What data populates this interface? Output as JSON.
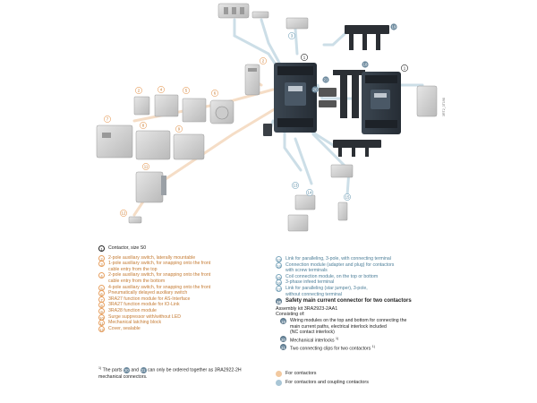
{
  "colors": {
    "orange": "#e8a060",
    "blue": "#7fa9bf",
    "dark": "#6d8a9e"
  },
  "diagram": {
    "code": "3RT2_3T198",
    "callouts": {
      "c1a": "1",
      "c1b": "1",
      "c2a": "2",
      "c2b": "2",
      "c3": "3",
      "c4": "4",
      "c5": "5",
      "c6": "6",
      "c7": "7",
      "c8": "8",
      "c9": "9",
      "c11": "11",
      "c12": "12",
      "c13": "13",
      "c14": "14",
      "c15": "15",
      "c18": "18",
      "c19": "19",
      "c20": "20",
      "c21": "21"
    }
  },
  "legend_left": {
    "title": {
      "num": "1",
      "text": "Contactor, size S0"
    },
    "items": [
      {
        "num": "2",
        "lines": [
          "2-pole auxiliary switch, laterally mountable"
        ]
      },
      {
        "num": "3",
        "lines": [
          "1-pole auxiliary switch, for snapping onto the front",
          "cable entry from the top"
        ]
      },
      {
        "num": "4",
        "lines": [
          "2-pole auxiliary switch, for snapping onto the front",
          "cable entry from the bottom"
        ]
      },
      {
        "num": "5",
        "lines": [
          "4-pole auxiliary switch, for snapping onto the front"
        ]
      },
      {
        "num": "6",
        "lines": [
          "Pneumatically delayed auxiliary switch"
        ]
      },
      {
        "num": "7",
        "lines": [
          "3RA27 function module for AS-Interface"
        ]
      },
      {
        "num": "8",
        "lines": [
          "3RA27 function module for IO-Link"
        ]
      },
      {
        "num": "9",
        "lines": [
          "3RA28 function module"
        ]
      },
      {
        "num": "10",
        "lines": [
          "Surge suppressor with/without LED"
        ]
      },
      {
        "num": "11",
        "lines": [
          "Mechanical latching block"
        ]
      },
      {
        "num": "12",
        "lines": [
          "Cover, sealable"
        ]
      }
    ]
  },
  "legend_right": {
    "items": [
      {
        "num": "13",
        "lines": [
          "Link for paralleling, 3-pole, with connecting terminal"
        ]
      },
      {
        "num": "14",
        "lines": [
          "Connection module (adapter and plug) for contactors",
          "with screw terminals"
        ]
      },
      {
        "num": "15",
        "lines": [
          "Coil connection module, on the top or bottom"
        ]
      },
      {
        "num": "16",
        "lines": [
          "3-phase infeed terminal"
        ]
      },
      {
        "num": "17",
        "lines": [
          "Link for paralleling (star jumper), 3-pole,",
          "without connecting terminal"
        ]
      }
    ],
    "bold_item": {
      "num": "18",
      "text": "Safety main current connector for two contactors"
    },
    "kit_heading": "Assembly kit 3RA2923-2AA1",
    "kit_sub": "Consisting of:",
    "kit_items": [
      {
        "num": "19",
        "lines": [
          "Wiring modules on the top and bottom for connecting the",
          "main current paths, electrical interlock included",
          "(NC contact interlock)"
        ]
      },
      {
        "num": "20",
        "lines": [
          "Mechanical interlocks"
        ],
        "sup": "1)"
      },
      {
        "num": "21",
        "lines": [
          "Two connecting clips for two contactors"
        ],
        "sup": "1)"
      }
    ]
  },
  "footnote": {
    "marker": "1)",
    "text_a": "The parts",
    "num_a": "20",
    "and": "and",
    "num_b": "21",
    "text_b": "can only be ordered together as 3RA2922-2H",
    "line2": "mechanical connectors."
  },
  "color_key": [
    {
      "text": "For contactors",
      "color": "orange"
    },
    {
      "text": "For contactors and coupling contactors",
      "color": "blue"
    }
  ]
}
